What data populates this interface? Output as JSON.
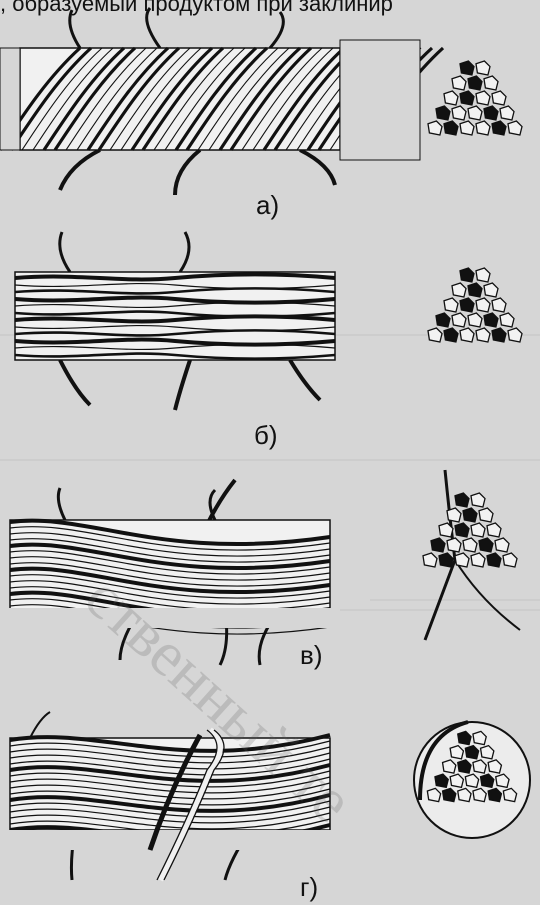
{
  "top_text": ", образуемый продуктом при заклинир",
  "panels": [
    {
      "key": "a",
      "label": "а)"
    },
    {
      "key": "b",
      "label": "б)"
    },
    {
      "key": "c",
      "label": "в)"
    },
    {
      "key": "d",
      "label": "г)"
    }
  ],
  "watermark": "ственный те",
  "colors": {
    "ink": "#111111",
    "background": "#d6d6d6"
  }
}
